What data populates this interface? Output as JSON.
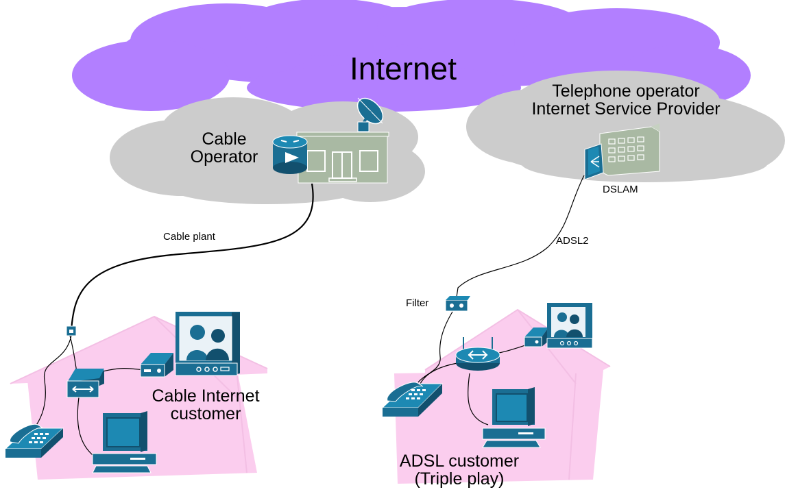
{
  "diagram": {
    "title": "Internet",
    "cable_operator": {
      "line1": "Cable",
      "line2": "Operator"
    },
    "telco": {
      "line1": "Telephone operator",
      "line2": "Internet Service Provider"
    },
    "dslam_label": "DSLAM",
    "cable_plant_label": "Cable plant",
    "adsl2_label": "ADSL2",
    "filter_label": "Filter",
    "cable_customer": {
      "line1": "Cable Internet",
      "line2": "customer"
    },
    "adsl_customer": {
      "line1": "ADSL customer",
      "line2": "(Triple play)"
    }
  },
  "colors": {
    "internet_cloud": "#b27fff",
    "isp_cloud": "#cccccc",
    "house_fill": "#fbcdee",
    "building_fill": "#a9b9a3",
    "device_blue": "#1a6e93",
    "device_dark": "#12506e",
    "screen_teal": "#1d89b3"
  }
}
